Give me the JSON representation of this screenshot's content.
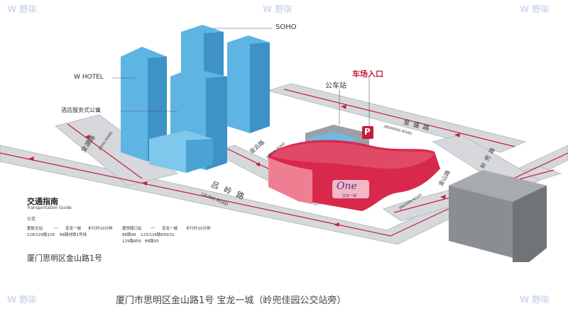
{
  "buildings": {
    "soho": "SOHO",
    "whotel": "W HOTEL",
    "apartment": "酒店服务式公寓",
    "bus_station": "公车站",
    "parking_entrance": "车场入口",
    "parking_sign": "P",
    "mall_logo": "One",
    "mall_logo_sub": "宝龙一城"
  },
  "roads": {
    "jinhu_cn": "金湖路",
    "jinhu_en": "JINHU ROAD",
    "jinyun_cn": "金云路",
    "jinyun_en": "JINYUN ROAD",
    "lvling_cn": "吕岭路",
    "lvling_en": "LVLING ROAD",
    "jinsheng_cn": "金盛路",
    "jinsheng_en": "JINSHENG ROAD",
    "jinshan_cn": "金山路",
    "jinshan_en": "JINSHAN ROAD",
    "lingdou_cn": "岭兜路"
  },
  "guide": {
    "title": "交通指南",
    "subtitle": "Transportation Guide",
    "bus_heading": "公交",
    "route1_stop": "厦航北站",
    "route1_dash": "一",
    "route1_dest": "宝龙一城",
    "route1_walk": "步行约10分钟",
    "route1_lines": "129/129路129",
    "route1_metro": "88路地铁1号线",
    "route2_stop": "厦悦路口站",
    "route2_dash": "一",
    "route2_dest": "宝龙一城",
    "route2_walk": "步行约10分钟",
    "route2_lines_a": "88路99",
    "route2_lines_b": "123/129路839/31",
    "route2_lines_c": "129路859",
    "route2_lines_d": "88路93",
    "address": "厦门思明区金山路1号"
  },
  "caption": "厦门市思明区金山路1号 宝龙一城（岭兜佳园公交站旁）",
  "watermark": "W 野柒",
  "colors": {
    "road": "#d6d8dc",
    "road_edge": "#b9bcc1",
    "tower": "#5eb5e3",
    "tower_dark": "#3d92c6",
    "mall": "#d8284c",
    "mall_light": "#ee7f92",
    "route": "#c41e3a",
    "grey_building": "#8a8d92"
  }
}
